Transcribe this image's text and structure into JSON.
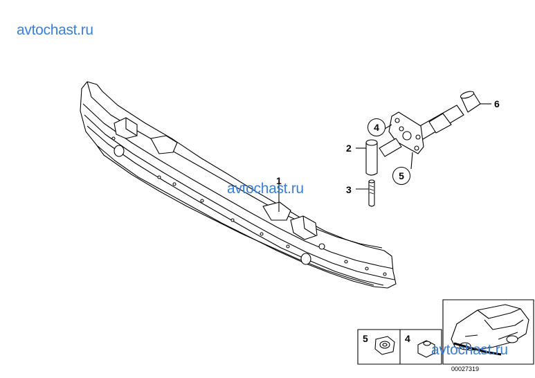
{
  "watermark": {
    "top_left": "avtochast.ru",
    "center": "avtochast.ru",
    "bottom_right": "avtochast.ru"
  },
  "callouts": {
    "part_1": "1",
    "part_2": "2",
    "part_3": "3",
    "part_4": "4",
    "part_5": "5",
    "part_6": "6"
  },
  "legend": {
    "box_5": "5",
    "box_4": "4"
  },
  "figure_number": "00027319",
  "colors": {
    "line": "#000000",
    "watermark": "#3a7fd5",
    "fill": "#ffffff"
  }
}
